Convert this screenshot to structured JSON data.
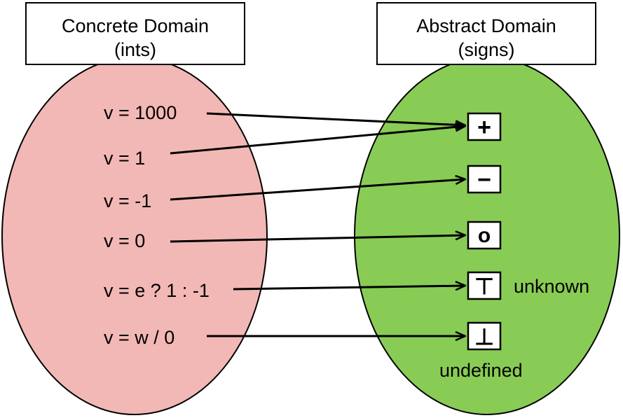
{
  "concrete_domain": {
    "title_line1": "Concrete Domain",
    "title_line2": "(ints)",
    "color": "#f2b8b5",
    "items": [
      "v = 1000",
      "v = 1",
      "v = -1",
      "v = 0",
      "v = e ? 1 : -1",
      "v = w / 0"
    ]
  },
  "abstract_domain": {
    "title_line1": "Abstract Domain",
    "title_line2": "(signs)",
    "color": "#88cc55",
    "signs": [
      {
        "symbol": "+",
        "label": ""
      },
      {
        "symbol": "−",
        "label": ""
      },
      {
        "symbol": "o",
        "label": ""
      },
      {
        "symbol": "⊤",
        "label": "unknown"
      },
      {
        "symbol": "⊥",
        "label": "undefined"
      }
    ]
  },
  "mappings": [
    {
      "from": "v = 1000",
      "to": "+"
    },
    {
      "from": "v = 1",
      "to": "+"
    },
    {
      "from": "v = -1",
      "to": "−"
    },
    {
      "from": "v = 0",
      "to": "o"
    },
    {
      "from": "v = e ? 1 : -1",
      "to": "⊤"
    },
    {
      "from": "v = w / 0",
      "to": "⊥"
    }
  ]
}
